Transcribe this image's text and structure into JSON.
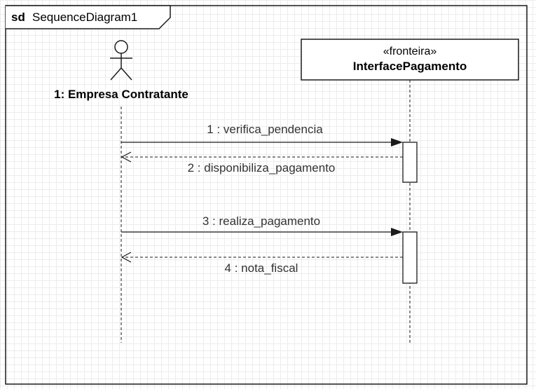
{
  "frame": {
    "keyword": "sd",
    "title": "SequenceDiagram1"
  },
  "actor": {
    "name": "1: Empresa Contratante"
  },
  "boundary": {
    "stereotype": "«fronteira»",
    "name": "InterfacePagamento"
  },
  "messages": [
    {
      "label": "1 : verifica_pendencia",
      "kind": "synchronous-call"
    },
    {
      "label": "2 : disponibiliza_pagamento",
      "kind": "return"
    },
    {
      "label": "3 : realiza_pagamento",
      "kind": "synchronous-call"
    },
    {
      "label": "4 : nota_fiscal",
      "kind": "return"
    }
  ],
  "colors": {
    "line": "#1a1a1a",
    "grid": "#ececec"
  }
}
